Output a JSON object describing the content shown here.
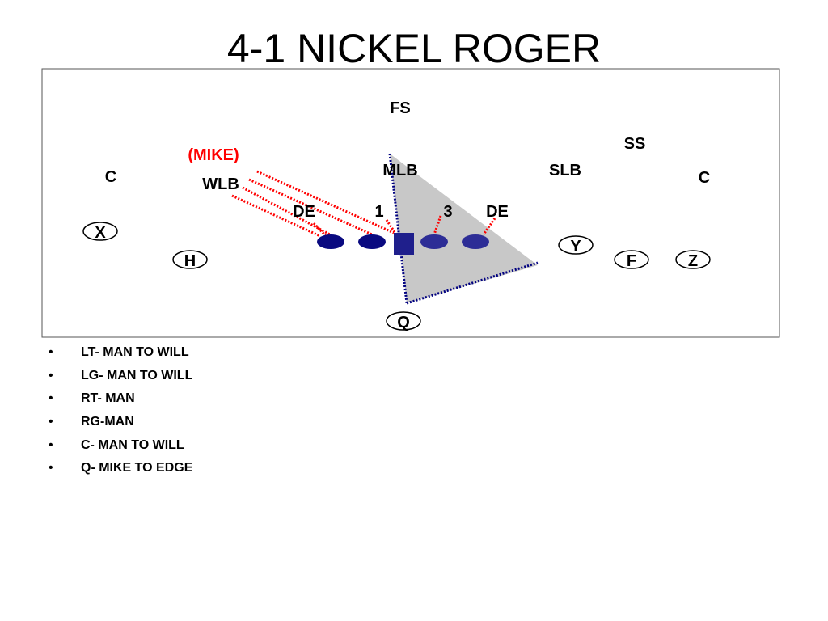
{
  "title": "4-1 NICKEL ROGER",
  "defense": {
    "fs": "FS",
    "ss": "SS",
    "mike_tag": "(MIKE)",
    "wlb": "WLB",
    "mlb": "MLB",
    "slb": "SLB",
    "corner_left": "C",
    "corner_right": "C",
    "de_left": "DE",
    "de_right": "DE",
    "tech_1": "1",
    "tech_3": "3"
  },
  "offense": {
    "x": "X",
    "h": "H",
    "y": "Y",
    "f": "F",
    "z": "Z",
    "q": "Q"
  },
  "colors": {
    "offensive_line": "#0a0a80",
    "center": "#1f1f8c",
    "blocking_path": "#ff0000",
    "zone_fill": "#c8c8c8",
    "zone_edge": "#000080"
  },
  "assignments": [
    "LT- MAN TO WILL",
    "LG- MAN TO WILL",
    "RT- MAN",
    "RG-MAN",
    "C- MAN TO WILL",
    "Q- MIKE TO EDGE"
  ]
}
